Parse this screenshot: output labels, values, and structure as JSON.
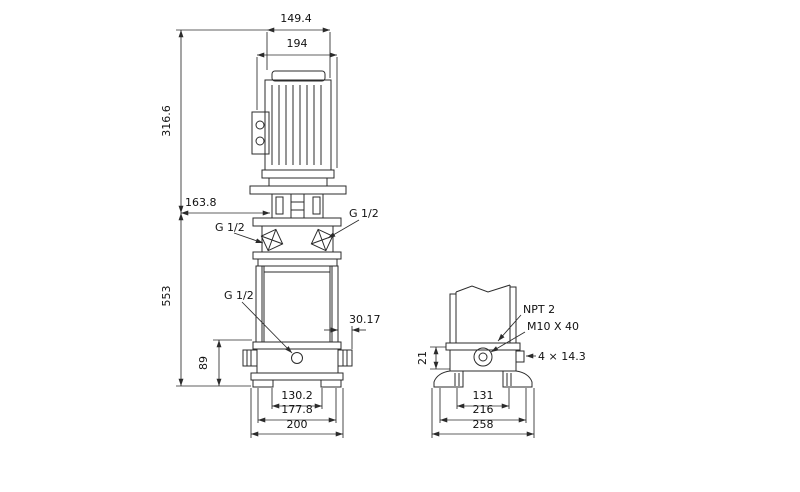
{
  "colors": {
    "line": "#2b2b2b",
    "background": "#ffffff",
    "text": "#111111"
  },
  "left_view": {
    "dim_fan_width": "149.4",
    "dim_motor_width": "194",
    "dim_motor_height": "316.6",
    "dim_head_offset": "163.8",
    "dim_total_height": "553",
    "port_left_label": "G 1/2",
    "port_right_label": "G 1/2",
    "drain_port_label": "G 1/2",
    "dim_port_depth": "30.17",
    "dim_port_height": "89",
    "dim_base_inner": "130.2",
    "dim_base_mid": "177.8",
    "dim_base_outer": "200"
  },
  "right_view": {
    "port_thread_label": "NPT 2",
    "bolt_label": "M10 X 40",
    "dim_foot_height": "21",
    "holes_label": "4 × 14.3",
    "dim_bolt_span": "131",
    "dim_base_mid": "216",
    "dim_base_outer": "258"
  }
}
